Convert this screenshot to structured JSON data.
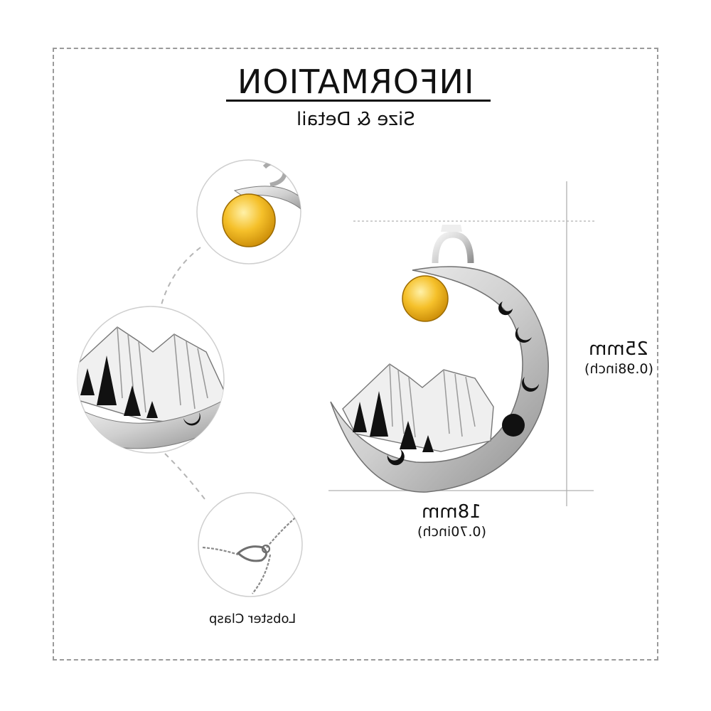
{
  "header": {
    "title": "INFORMATION",
    "subtitle": "Size & Detail"
  },
  "dimensions": {
    "height": {
      "value": "25mm",
      "inch": "(0.98inch)"
    },
    "width": {
      "value": "18mm",
      "inch": "(0.70inch)"
    }
  },
  "details": {
    "clasp_caption": "Lobster Clasp"
  },
  "colors": {
    "silver": "#d9d9d9",
    "gold": "#f2b418",
    "enamel": "#111111",
    "frame_border": "#9a9a9a"
  },
  "icons": [
    "sun-bead",
    "mountain",
    "pine-tree",
    "crescent-moon",
    "full-moon",
    "chain",
    "lobster-clasp"
  ]
}
